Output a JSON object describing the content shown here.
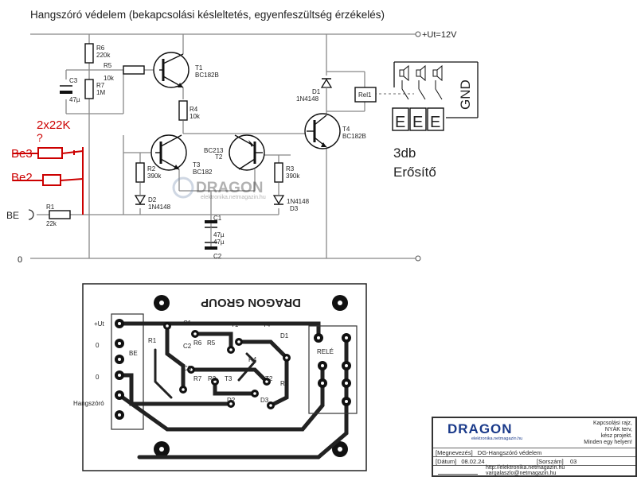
{
  "title": "Hangszóró védelem (bekapcsolási késleltetés, egyenfeszültség érzékelés)",
  "rails": {
    "plus": "+Ut=12V",
    "zero": "0",
    "input": "BE"
  },
  "components": {
    "R6": {
      "name": "R6",
      "value": "220k"
    },
    "R5": {
      "name": "R5",
      "value": "10k"
    },
    "R7": {
      "name": "R7",
      "value": "1M"
    },
    "C3": {
      "name": "C3",
      "value": "47µ"
    },
    "T1": {
      "name": "T1",
      "value": "BC182B"
    },
    "R4": {
      "name": "R4",
      "value": "10k"
    },
    "T3": {
      "name": "T3",
      "value": "BC182"
    },
    "T2": {
      "name": "T2",
      "value": "BC213"
    },
    "R2": {
      "name": "R2",
      "value": "390k"
    },
    "R3": {
      "name": "R3",
      "value": "390k"
    },
    "D2": {
      "name": "D2",
      "value": "1N4148"
    },
    "D3": {
      "name": "D3",
      "value": "1N4148"
    },
    "R1": {
      "name": "R1",
      "value": "22k"
    },
    "C1": {
      "name": "C1",
      "value": "47µ"
    },
    "C2": {
      "name": "C2",
      "value": "47µ"
    },
    "D1": {
      "name": "D1",
      "value": "1N4148"
    },
    "T4": {
      "name": "T4",
      "value": "BC182B"
    },
    "Rel1": {
      "name": "Rel1"
    }
  },
  "annotations": {
    "resistors": "2x22K",
    "question": "?",
    "be3": "Be3",
    "be2": "Be2",
    "gnd": "GND",
    "amp_letter": "E",
    "amp_count": "3db",
    "amp_name": "Erősítő"
  },
  "watermark": {
    "brand": "DRAGON",
    "url": "elektronika.netmagazin.hu"
  },
  "pcb": {
    "header": "DRAGON GROUP",
    "labels": {
      "ut": "+Ut",
      "zero1": "0",
      "zero2": "0",
      "be": "BE",
      "speaker": "Hangszóró",
      "rele": "RELÉ",
      "c1": "C1",
      "c2": "C2",
      "c3": "C3",
      "r1": "R1",
      "r2": "R2",
      "r3": "R3",
      "r4": "R4",
      "r5": "R5",
      "r6": "R6",
      "r7": "R7",
      "t1": "T1",
      "t2": "T2",
      "t3": "T3",
      "t4": "T4",
      "d1": "D1",
      "d2": "D2",
      "d3": "D3"
    }
  },
  "titleblock": {
    "logo": "DRAGON",
    "logo_sub": "elektronika.netmagazin.hu",
    "note": [
      "Kapcsolási rajz,",
      "NYÁK terv,",
      "kész projekt.",
      "Minden egy helyen!"
    ],
    "name_label": "[Megnevezés]",
    "name_value": "DG-Hangszóró védelem",
    "date_label": "[Dátum]",
    "date_value": "08.02.24",
    "serial_label": "[Sorszám]",
    "serial_value": "03",
    "url": "http://elektronika.netmagazin.hu",
    "email": "vargalaszlo@netmagazin.hu"
  },
  "colors": {
    "wire": "#888888",
    "annotation": "#cc0000",
    "pcb": "#222222",
    "brand": "#1a3a8a"
  }
}
